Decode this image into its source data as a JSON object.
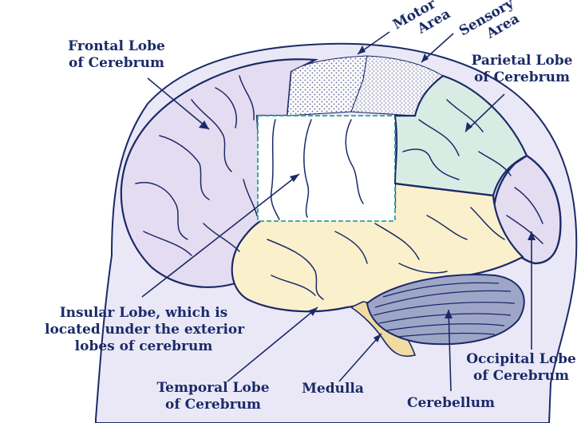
{
  "labels": {
    "frontal_1": "Frontal Lobe",
    "frontal_2": "of Cerebrum",
    "motor_1": "Motor",
    "motor_2": "Area",
    "sensory_1": "Sensory",
    "sensory_2": "Area",
    "parietal_1": "Parietal Lobe",
    "parietal_2": "of Cerebrum",
    "insular_1": "Insular Lobe, which is",
    "insular_2": "located under the exterior",
    "insular_3": "lobes of cerebrum",
    "temporal_1": "Temporal Lobe",
    "temporal_2": "of Cerebrum",
    "medulla": "Medulla",
    "cerebellum": "Cerebellum",
    "occipital_1": "Occipital Lobe",
    "occipital_2": "of Cerebrum"
  },
  "colors": {
    "outline": "#1b2a68",
    "head": "#eae8f6",
    "frontal": "#e4dcf0",
    "parietal": "#d8ece4",
    "temporal": "#faf0cc",
    "occipital": "#e4dcf0",
    "medulla": "#f0dca0",
    "insular_box": "#2aa39a"
  }
}
